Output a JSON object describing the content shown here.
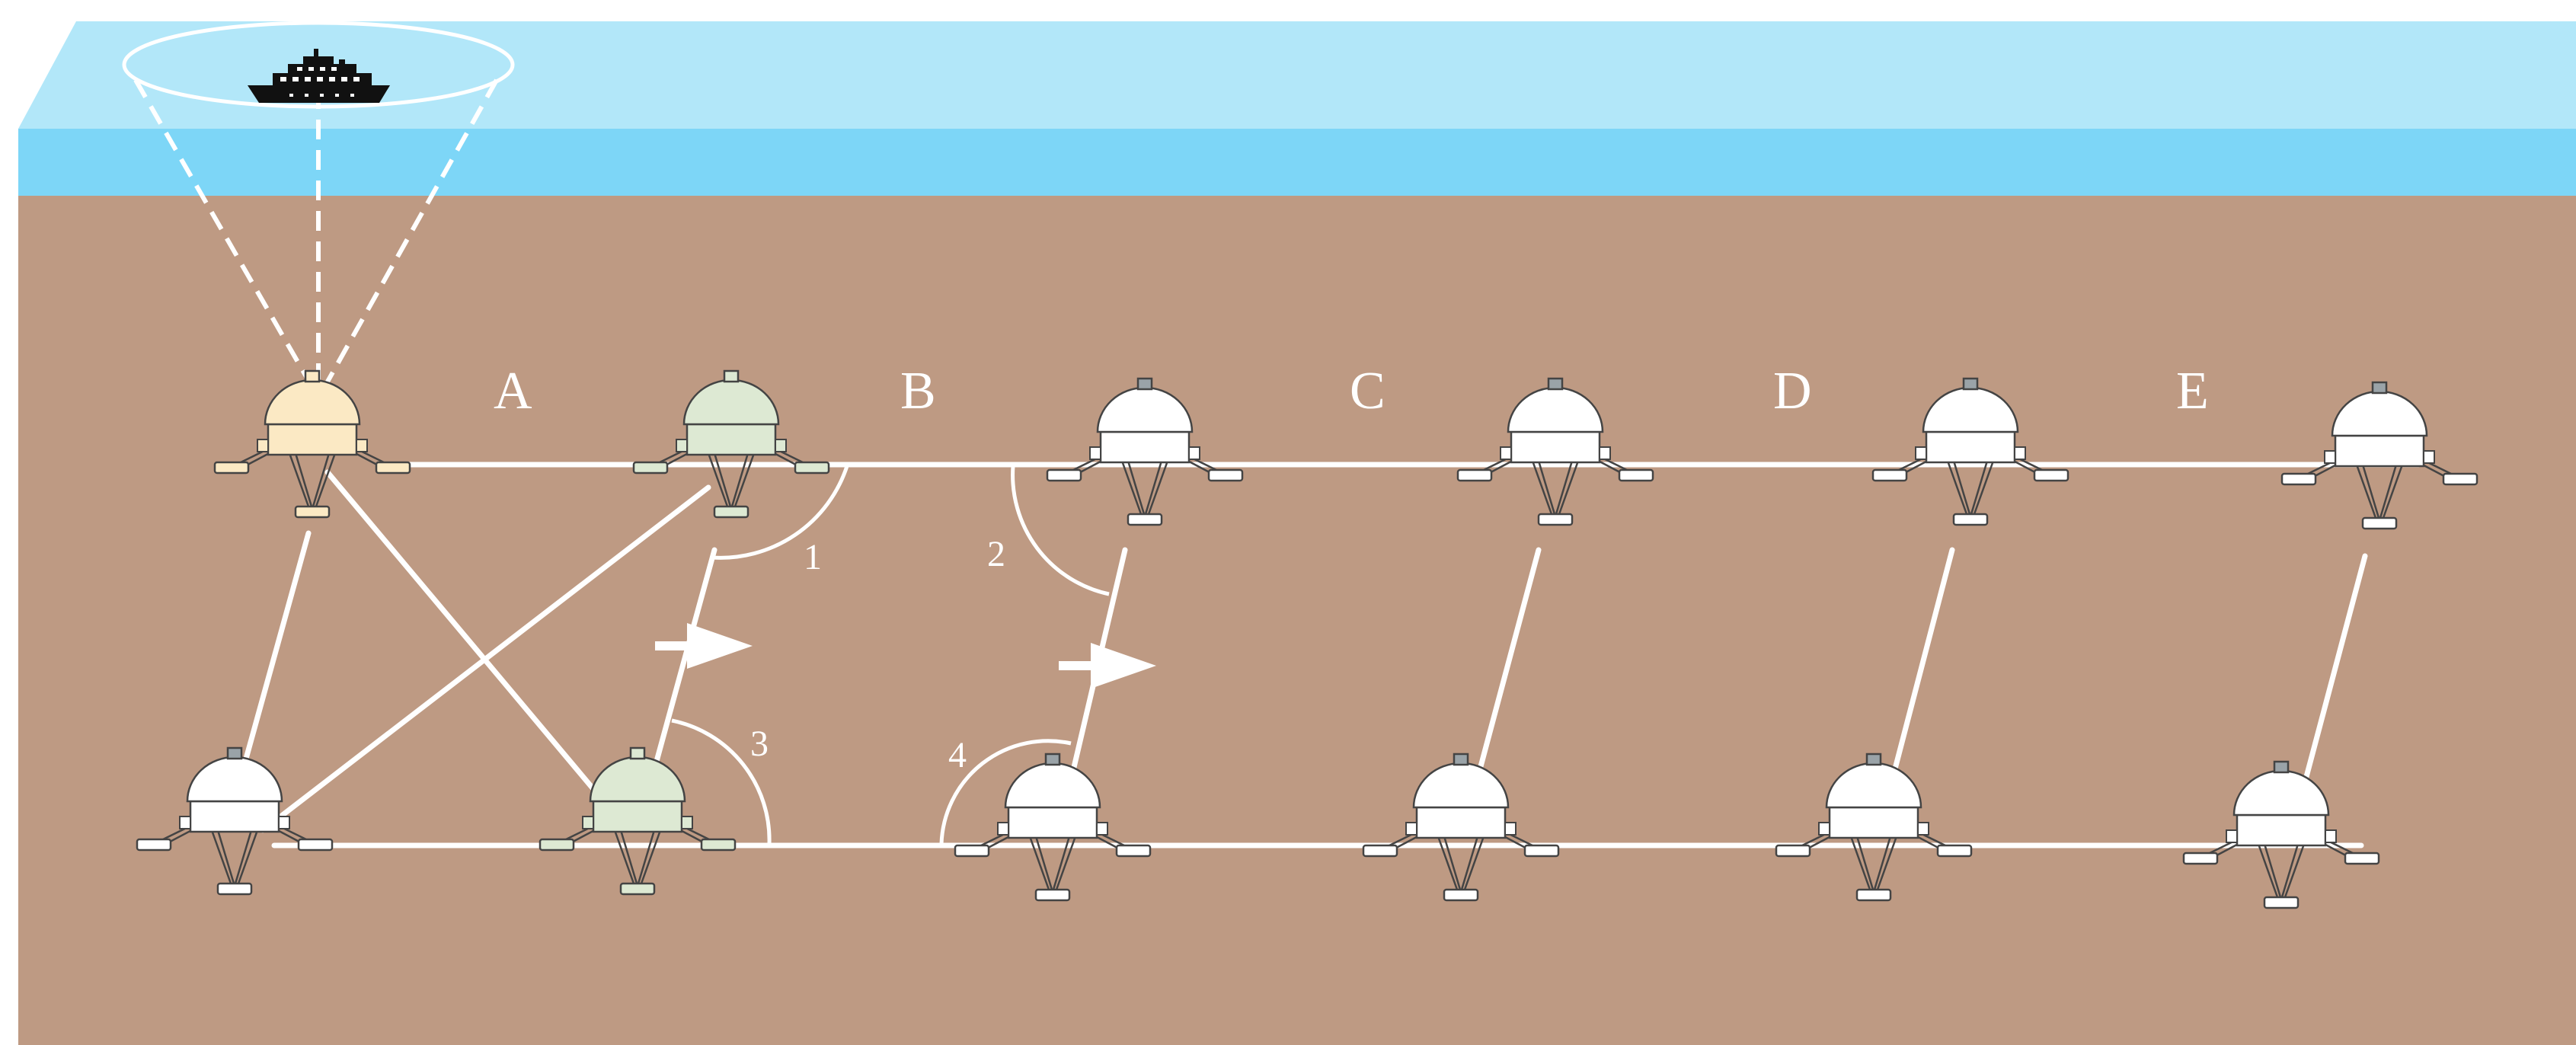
{
  "colors": {
    "sky": "#b2e7f9",
    "water": "#7dd6f7",
    "seabed": "#be9a83",
    "line": "#ffffff",
    "base_node": "#fbe9c4",
    "active_node": "#dde9d3",
    "idle_node": "#ffffff",
    "outline": "#444444",
    "ship": "#111111"
  },
  "segment_labels": [
    "A",
    "B",
    "C",
    "D",
    "E"
  ],
  "angle_labels": [
    "1",
    "2",
    "3",
    "4"
  ],
  "node_states": {
    "top": [
      "base",
      "active",
      "idle",
      "idle",
      "idle",
      "idle"
    ],
    "bottom": [
      "idle",
      "active",
      "idle",
      "idle",
      "idle",
      "idle"
    ]
  },
  "icons": {
    "ship": "ship-icon",
    "direction": "arrow-right-icon",
    "node": "seabed-station-icon"
  }
}
